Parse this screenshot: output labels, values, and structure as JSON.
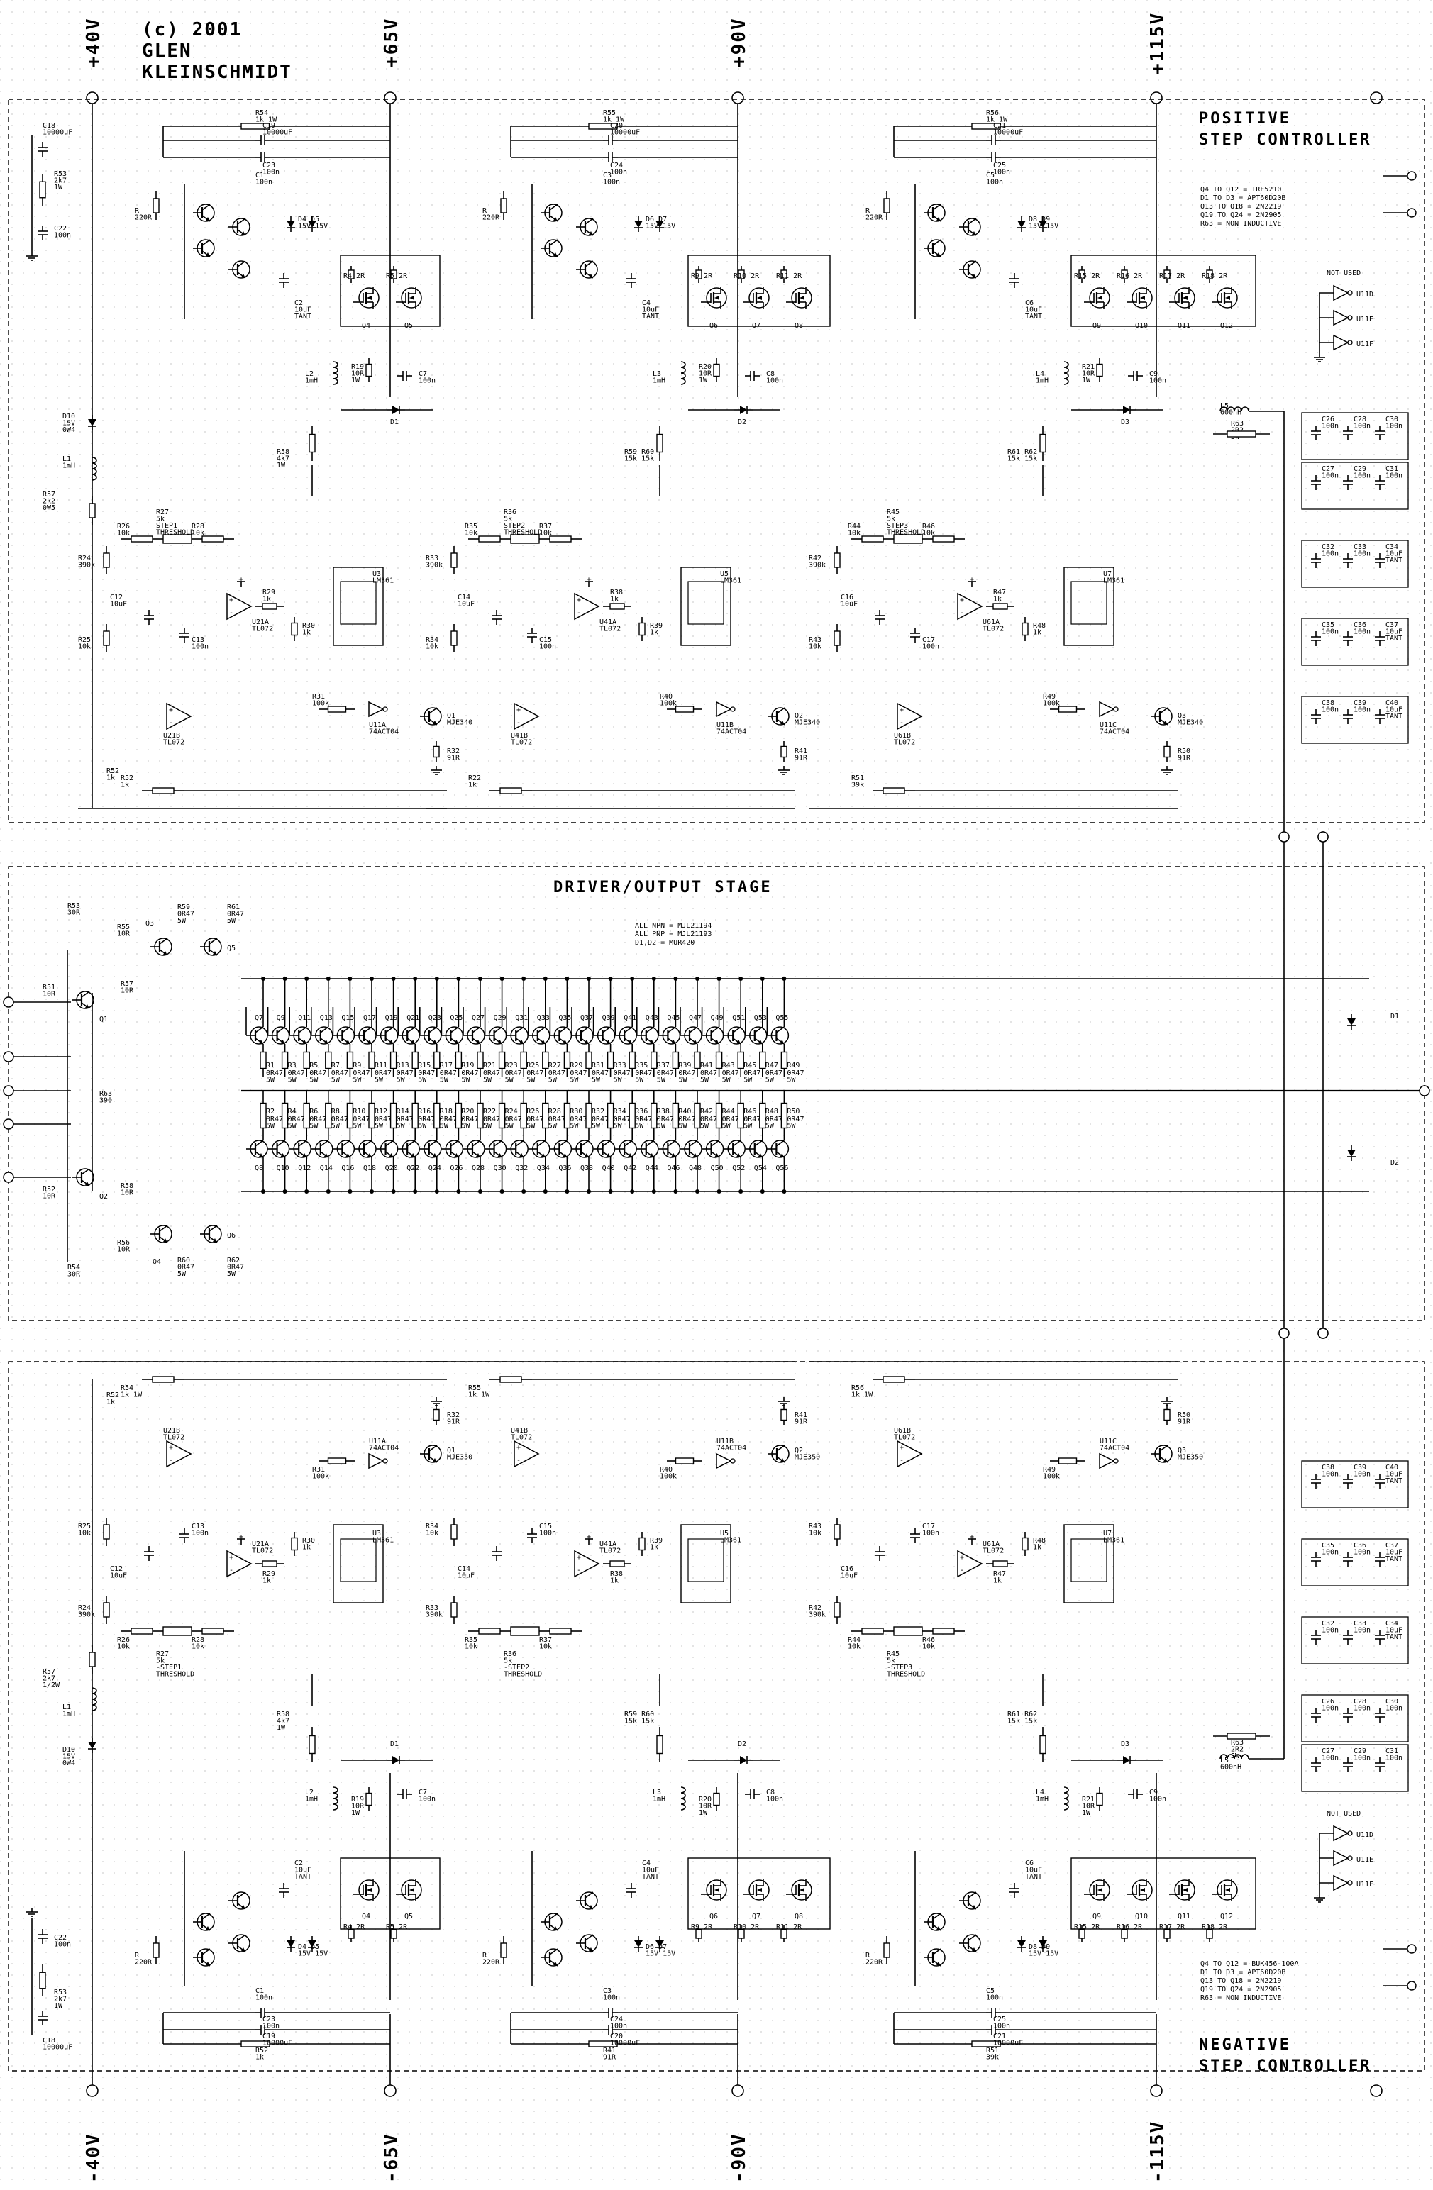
{
  "copyright": {
    "line1": "(c) 2001",
    "line2": "GLEN",
    "line3": "KLEINSCHMIDT"
  },
  "rails_top": [
    "+40V",
    "+65V",
    "+90V",
    "+115V"
  ],
  "rails_bottom": [
    "-40V",
    "-65V",
    "-90V",
    "-115V"
  ],
  "sections": {
    "positive": {
      "line1": "POSITIVE",
      "line2": "STEP CONTROLLER"
    },
    "driver": {
      "title": "DRIVER/OUTPUT STAGE"
    },
    "negative": {
      "line1": "NEGATIVE",
      "line2": "STEP CONTROLLER"
    }
  },
  "positive_notes": [
    "Q4 TO Q12 = IRF5210",
    "D1 TO D3 = APT60D20B",
    "Q13 TO Q18 = 2N2219",
    "Q19 TO Q24 = 2N2905",
    "R63 = NON INDUCTIVE"
  ],
  "negative_notes": [
    "Q4 TO Q12 = BUK456-100A",
    "D1 TO D3 = APT60D20B",
    "Q13 TO Q18 = 2N2219",
    "Q19 TO Q24 = 2N2905",
    "R63 = NON INDUCTIVE"
  ],
  "driver_notes": [
    "ALL NPN = MJL21194",
    "ALL PNP = MJL21193",
    "D1,D2 = MUR420"
  ],
  "not_used": {
    "label": "NOT USED",
    "gates": [
      "U11D",
      "U11E",
      "U11F"
    ]
  },
  "stages": [
    {
      "pos": {
        "r_top": "R54\n1k 1W",
        "c_top": "C19\n10000uF",
        "c_top2": "C23\n100n",
        "cap": "C1\n100n",
        "zener": "D4 D5\n15V 15V",
        "tant": "C2\n10uF\nTANT",
        "mos": [
          "Q4",
          "Q5"
        ],
        "res_mos": [
          "R4 2R",
          "R5 2R"
        ],
        "ind": "L2\n1mH",
        "r_b": "R19\n10R\n1W",
        "c_b": "C7\n100n",
        "diode": "D1",
        "rdiv": "R58\n4k7\n1W",
        "thr": "R27\n5k\nSTEP1\nTHRESHOLD",
        "r26": "R26\n10k",
        "r28": "R28\n10k",
        "r24": "R24\n390k",
        "r25": "R25\n10k",
        "c12": "C12\n10uF",
        "c13": "C13\n100n",
        "opa": "U21A\nTL072",
        "r29": "R29\n1k",
        "r30": "R30\n1k",
        "cmp": "U3\nLM361",
        "r31": "R31\n100k",
        "inv": "U11A\n74ACT04",
        "q": "Q1\nMJE340",
        "r32": "R32\n91R",
        "opb": "U21B\nTL072",
        "r_bot": "R52\n1k"
      },
      "neg": {
        "r_top": "R52\n1k",
        "opb": "U21B\nTL072",
        "inv": "U11A\n74ACT04",
        "r31": "R31\n100k",
        "q": "Q1\nMJE350",
        "r32": "R32\n91R",
        "c12": "C12\n10uF",
        "c13": "C13\n100n",
        "r25": "R25\n10k",
        "opa": "U21A\nTL072",
        "cmp": "U3\nLM361",
        "r29": "R29\n1k",
        "r30": "R30\n1k",
        "r26": "R26\n10k",
        "r24": "R24\n390k",
        "r28": "R28\n10k",
        "thr": "R27\n5k\n-STEP1\nTHRESHOLD",
        "rdiv": "R58\n4k7\n1W",
        "diode": "D1",
        "ind": "L2\n1mH",
        "r_b": "R19\n10R\n1W",
        "c_b": "C7\n100n",
        "tant": "C2\n10uF\nTANT",
        "mos": [
          "Q4",
          "Q5"
        ],
        "res_mos": [
          "R4 2R",
          "R5 2R"
        ],
        "zener": "D4 D5\n15V 15V",
        "cap": "C1\n100n",
        "c_top2": "C23\n100n",
        "c_top": "C19\n10000uF",
        "r_bot": "R54\n1k 1W"
      }
    },
    {
      "pos": {
        "r_top": "R55\n1k 1W",
        "c_top": "C20\n10000uF",
        "c_top2": "C24\n100n",
        "cap": "C3\n100n",
        "zener": "D6 D7\n15V 15V",
        "tant": "C4\n10uF\nTANT",
        "mos": [
          "Q6",
          "Q7",
          "Q8"
        ],
        "res_mos": [
          "R9 2R",
          "R10 2R",
          "R11 2R"
        ],
        "ind": "L3\n1mH",
        "r_b": "R20\n10R\n1W",
        "c_b": "C8\n100n",
        "diode": "D2",
        "rdiv": "R59 R60\n15k 15k",
        "thr": "R36\n5k\nSTEP2\nTHRESHOLD",
        "r26": "R35\n10k",
        "r28": "R37\n10k",
        "r24": "R33\n390k",
        "r25": "R34\n10k",
        "c12": "C14\n10uF",
        "c13": "C15\n100n",
        "opa": "U41A\nTL072",
        "r29": "R38\n1k",
        "r30": "R39\n1k",
        "cmp": "U5\nLM361",
        "r31": "R40\n100k",
        "inv": "U11B\n74ACT04",
        "q": "Q2\nMJE340",
        "r32": "R41\n91R",
        "opb": "U41B\nTL072",
        "r_bot": "R22\n1k"
      },
      "neg": {
        "r_top": "R41\n91R",
        "opb": "U41B\nTL072",
        "inv": "U11B\n74ACT04",
        "r31": "R40\n100k",
        "q": "Q2\nMJE350",
        "r32": "R41\n91R",
        "c12": "C14\n10uF",
        "c13": "C15\n100n",
        "r25": "R34\n10k",
        "opa": "U41A\nTL072",
        "cmp": "U5\nLM361",
        "r29": "R38\n1k",
        "r30": "R39\n1k",
        "r26": "R35\n10k",
        "r24": "R33\n390k",
        "r28": "R37\n10k",
        "thr": "R36\n5k\n-STEP2\nTHRESHOLD",
        "rdiv": "R59 R60\n15k 15k",
        "diode": "D2",
        "ind": "L3\n1mH",
        "r_b": "R20\n10R\n1W",
        "c_b": "C8\n100n",
        "tant": "C4\n10uF\nTANT",
        "mos": [
          "Q6",
          "Q7",
          "Q8"
        ],
        "res_mos": [
          "R9 2R",
          "R10 2R",
          "R11 2R"
        ],
        "zener": "D6 D7\n15V 15V",
        "cap": "C3\n100n",
        "c_top2": "C24\n100n",
        "c_top": "C20\n10000uF",
        "r_bot": "R55\n1k 1W"
      }
    },
    {
      "pos": {
        "r_top": "R56\n1k 1W",
        "c_top": "C21\n10000uF",
        "c_top2": "C25\n100n",
        "cap": "C5\n100n",
        "zener": "D8 D9\n15V 15V",
        "tant": "C6\n10uF\nTANT",
        "mos": [
          "Q9",
          "Q10",
          "Q11",
          "Q12"
        ],
        "res_mos": [
          "R15 2R",
          "R16 2R",
          "R17 2R",
          "R18 2R"
        ],
        "ind": "L4\n1mH",
        "r_b": "R21\n10R\n1W",
        "c_b": "C9\n100n",
        "diode": "D3",
        "rdiv": "R61 R62\n15k 15k",
        "thr": "R45\n5k\nSTEP3\nTHRESHOLD",
        "r26": "R44\n10k",
        "r28": "R46\n10k",
        "r24": "R42\n390k",
        "r25": "R43\n10k",
        "c12": "C16\n10uF",
        "c13": "C17\n100n",
        "opa": "U61A\nTL072",
        "r29": "R47\n1k",
        "r30": "R48\n1k",
        "cmp": "U7\nLM361",
        "r31": "R49\n100k",
        "inv": "U11C\n74ACT04",
        "q": "Q3\nMJE340",
        "r32": "R50\n91R",
        "opb": "U61B\nTL072",
        "r_bot": "R51\n39k"
      },
      "neg": {
        "r_top": "R51\n39k",
        "opb": "U61B\nTL072",
        "inv": "U11C\n74ACT04",
        "r31": "R49\n100k",
        "q": "Q3\nMJE350",
        "r32": "R50\n91R",
        "c12": "C16\n10uF",
        "c13": "C17\n100n",
        "r25": "R43\n10k",
        "opa": "U61A\nTL072",
        "cmp": "U7\nLM361",
        "r29": "R47\n1k",
        "r30": "R48\n1k",
        "r26": "R44\n10k",
        "r24": "R42\n390k",
        "r28": "R46\n10k",
        "thr": "R45\n5k\n-STEP3\nTHRESHOLD",
        "rdiv": "R61 R62\n15k 15k",
        "diode": "D3",
        "ind": "L4\n1mH",
        "r_b": "R21\n10R\n1W",
        "c_b": "C9\n100n",
        "tant": "C6\n10uF\nTANT",
        "mos": [
          "Q9",
          "Q10",
          "Q11",
          "Q12"
        ],
        "res_mos": [
          "R15 2R",
          "R16 2R",
          "R17 2R",
          "R18 2R"
        ],
        "zener": "D8 D9\n15V 15V",
        "cap": "C5\n100n",
        "c_top2": "C25\n100n",
        "c_top": "C21\n10000uF",
        "r_bot": "R56\n1k 1W"
      }
    }
  ],
  "left_pos": {
    "c18": "C18\n10000uF",
    "r53": "R53\n2k7\n1W",
    "c22": "C22\n100n",
    "d10": "D10\n15V\n0W4",
    "l1": "L1\n1mH",
    "r57": "R57\n2k2\n0W5",
    "r52": "R52\n1k",
    "l5": "L5\n600nH",
    "r63": "R63\n2R2\n5W"
  },
  "left_neg": {
    "c18": "C18\n10000uF",
    "r53": "R53\n2k7\n1W",
    "c22": "C22\n100n",
    "d10": "D10\n15V\n0W4",
    "l1": "L1\n1mH",
    "r57": "R57\n2k7\n1/2W",
    "r52": "R52\n1k",
    "l5": "L5\n600nH",
    "r63": "R63\n2R2\n5W"
  },
  "decoupling_pos": [
    [
      "C26\n100n",
      "C28\n100n",
      "C30\n100n"
    ],
    [
      "C27\n100n",
      "C29\n100n",
      "C31\n100n"
    ],
    [
      "C32\n100n",
      "C33\n100n",
      "C34\n10uF\nTANT"
    ],
    [
      "C35\n100n",
      "C36\n100n",
      "C37\n10uF\nTANT"
    ],
    [
      "C38\n100n",
      "C39\n100n",
      "C40\n10uF\nTANT"
    ]
  ],
  "decoupling_neg": [
    [
      "C38\n100n",
      "C39\n100n",
      "C40\n10uF\nTANT"
    ],
    [
      "C35\n100n",
      "C36\n100n",
      "C37\n10uF\nTANT"
    ],
    [
      "C32\n100n",
      "C33\n100n",
      "C34\n10uF\nTANT"
    ],
    [
      "C26\n100n",
      "C28\n100n",
      "C30\n100n"
    ],
    [
      "C27\n100n",
      "C29\n100n",
      "C31\n100n"
    ]
  ],
  "driver": {
    "npn_top": [
      "Q7",
      "Q9",
      "Q11",
      "Q13",
      "Q15",
      "Q17",
      "Q19",
      "Q21",
      "Q23",
      "Q25",
      "Q27",
      "Q29",
      "Q31",
      "Q33",
      "Q35",
      "Q37",
      "Q39",
      "Q41",
      "Q43",
      "Q45",
      "Q47",
      "Q49",
      "Q51",
      "Q53",
      "Q55"
    ],
    "pnp_bot": [
      "Q8",
      "Q10",
      "Q12",
      "Q14",
      "Q16",
      "Q18",
      "Q20",
      "Q22",
      "Q24",
      "Q26",
      "Q28",
      "Q30",
      "Q32",
      "Q34",
      "Q36",
      "Q38",
      "Q40",
      "Q42",
      "Q44",
      "Q46",
      "Q48",
      "Q50",
      "Q52",
      "Q54",
      "Q56"
    ],
    "res_top": [
      "R1",
      "R3",
      "R5",
      "R7",
      "R9",
      "R11",
      "R13",
      "R15",
      "R17",
      "R19",
      "R21",
      "R23",
      "R25",
      "R27",
      "R29",
      "R31",
      "R33",
      "R35",
      "R37",
      "R39",
      "R41",
      "R43",
      "R45",
      "R47",
      "R49"
    ],
    "res_bot": [
      "R2",
      "R4",
      "R6",
      "R8",
      "R10",
      "R12",
      "R14",
      "R16",
      "R18",
      "R20",
      "R22",
      "R24",
      "R26",
      "R28",
      "R30",
      "R32",
      "R34",
      "R36",
      "R38",
      "R40",
      "R42",
      "R44",
      "R46",
      "R48",
      "R50"
    ],
    "res_value": "0R47\n5W",
    "input_stage": {
      "r53": "R53\n30R",
      "r55": "R55\n10R",
      "q3": "Q3",
      "r59": "R59\n0R47\n5W",
      "r61": "R61\n0R47\n5W",
      "q5": "Q5",
      "r57": "R57\n10R",
      "r51": "R51\n10R",
      "q1": "Q1",
      "r63": "R63\n390",
      "q2": "Q2",
      "r52": "R52\n10R",
      "r58": "R58\n10R",
      "q4": "Q4",
      "r56": "R56\n10R",
      "r60": "R60\n0R47\n5W",
      "r62": "R62\n0R47\n5W",
      "q6": "Q6",
      "r54": "R54\n30R",
      "d1": "D1",
      "d2": "D2"
    }
  }
}
